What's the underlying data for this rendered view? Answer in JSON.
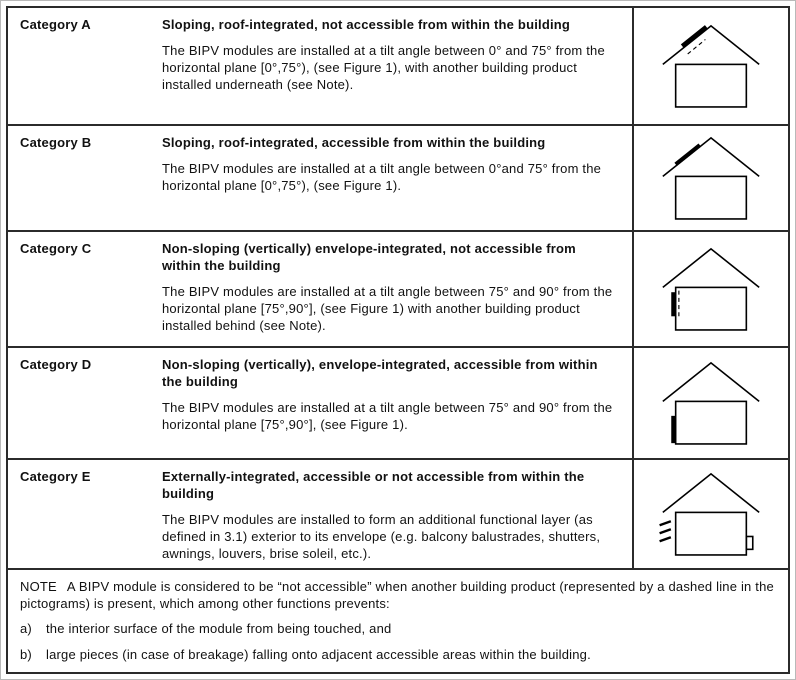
{
  "table": {
    "rows": [
      {
        "category": "Category A",
        "title": "Sloping, roof-integrated, not accessible from within the building",
        "body": "The BIPV modules are installed at a tilt angle between 0° and 75° from the horizontal plane [0°,75°), (see Figure 1), with another building product installed underneath (see Note).",
        "pictogram": "house-with-roof-panel-and-dashed-underlayer"
      },
      {
        "category": "Category B",
        "title": "Sloping, roof-integrated, accessible from within the building",
        "body": "The BIPV modules are installed at a tilt angle between 0°and 75° from the horizontal plane  [0°,75°), (see Figure 1).",
        "pictogram": "house-with-roof-panel"
      },
      {
        "category": "Category C",
        "title": "Non-sloping (vertically) envelope-integrated, not accessible from within the building",
        "body": "The BIPV modules are installed at a tilt angle between 75° and 90° from the horizontal plane [75°,90°], (see Figure 1) with another building product installed behind (see Note).",
        "pictogram": "house-with-wall-panel-and-dashed-backing"
      },
      {
        "category": "Category D",
        "title": "Non-sloping (vertically), envelope-integrated, accessible from within the building",
        "body": "The BIPV modules are installed at a tilt angle between 75° and 90° from the horizontal plane [75°,90°], (see Figure 1).",
        "pictogram": "house-with-wall-panel"
      },
      {
        "category": "Category E",
        "title": "Externally-integrated, accessible or not accessible from within the building",
        "body": "The BIPV modules are installed to form an additional functional layer (as defined in 3.1) exterior to its envelope (e.g. balcony balustrades, shutters, awnings, louvers, brise soleil, etc.).",
        "pictogram": "house-with-external-louvers-and-balcony-element"
      }
    ],
    "note": {
      "label": "NOTE",
      "text": "A BIPV module is considered to be “not accessible” when another building product (represented by a dashed line in the pictograms) is present, which among other functions prevents:",
      "items": [
        {
          "marker": "a)",
          "text": "the interior surface of the module from being touched, and"
        },
        {
          "marker": "b)",
          "text": "large pieces (in case of breakage) falling onto adjacent accessible areas within the building."
        }
      ]
    },
    "colors": {
      "line": "#2b2b2b",
      "text": "#111111",
      "background": "#ffffff"
    }
  }
}
